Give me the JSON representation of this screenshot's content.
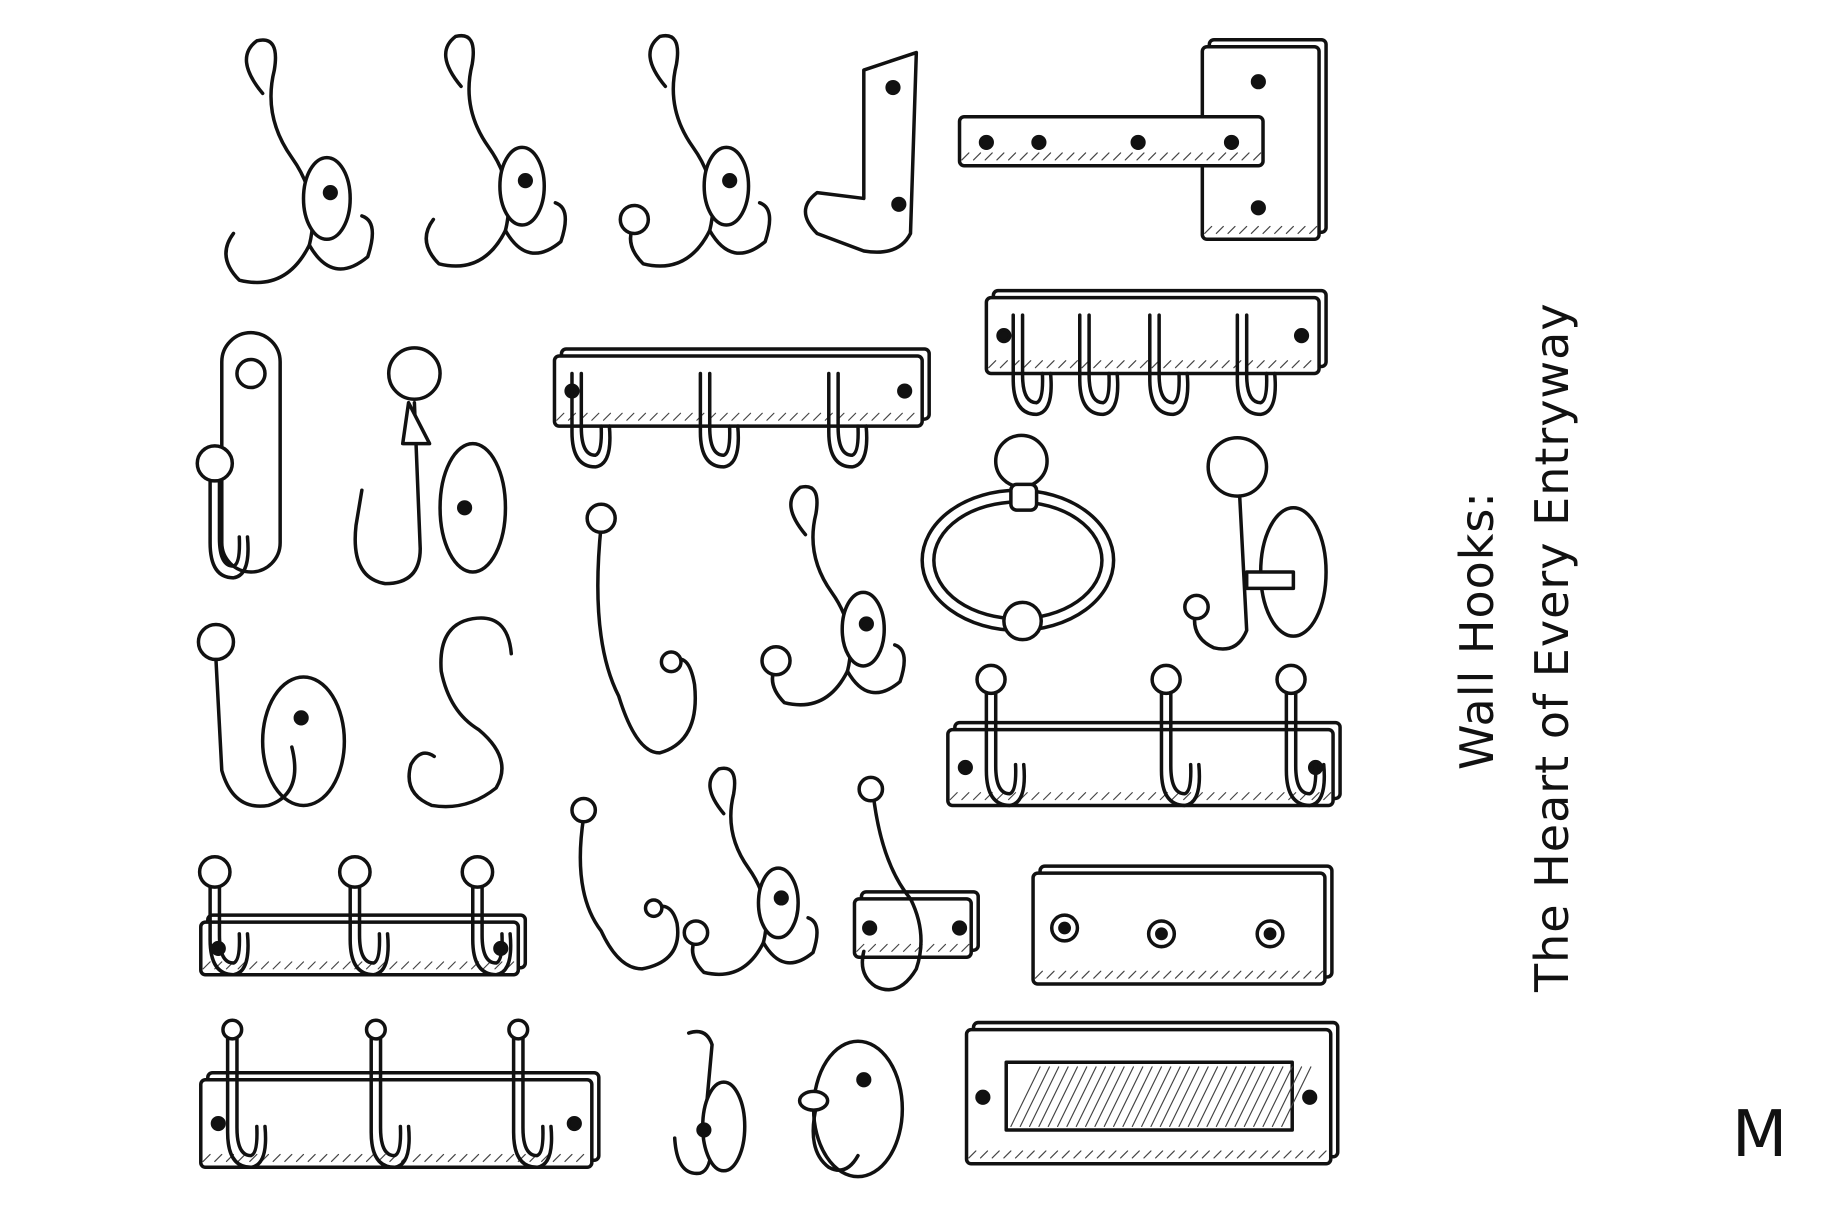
{
  "title": {
    "line1": "Wall Hooks:",
    "line2": "The Heart of Every Entryway"
  },
  "brand_mark": "M",
  "colors": {
    "ink": "#111111",
    "background": "#ffffff"
  }
}
